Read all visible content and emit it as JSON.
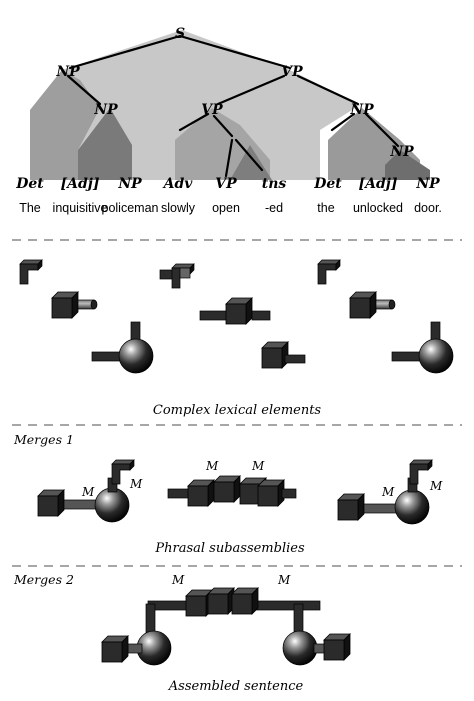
{
  "tree": {
    "root": "S",
    "np_subject": "NP",
    "np_inner": "NP",
    "vp_main": "VP",
    "vp_inner": "VP",
    "np_object": "NP",
    "np_object_inner": "NP",
    "leaves": [
      {
        "cat": "Det",
        "word": "The"
      },
      {
        "cat": "[Adj]",
        "word": "inquisitive"
      },
      {
        "cat": "NP",
        "word": "policeman"
      },
      {
        "cat": "Adv",
        "word": "slowly"
      },
      {
        "cat": "VP",
        "word": "open"
      },
      {
        "cat": "tns",
        "word": "-ed"
      },
      {
        "cat": "Det",
        "word": "the"
      },
      {
        "cat": "[Adj]",
        "word": "unlocked"
      },
      {
        "cat": "NP",
        "word": "door."
      }
    ]
  },
  "captions": {
    "lexical": "Complex lexical elements",
    "merges1": "Merges 1",
    "phrasal": "Phrasal subassemblies",
    "merges2": "Merges 2",
    "assembled": "Assembled sentence",
    "merge_marker": "M"
  },
  "colors": {
    "tree_light": "#c4c4c4",
    "tree_mid": "#969696",
    "tree_dark": "#6e6e6e",
    "block": "#222222",
    "dash": "#888888"
  }
}
